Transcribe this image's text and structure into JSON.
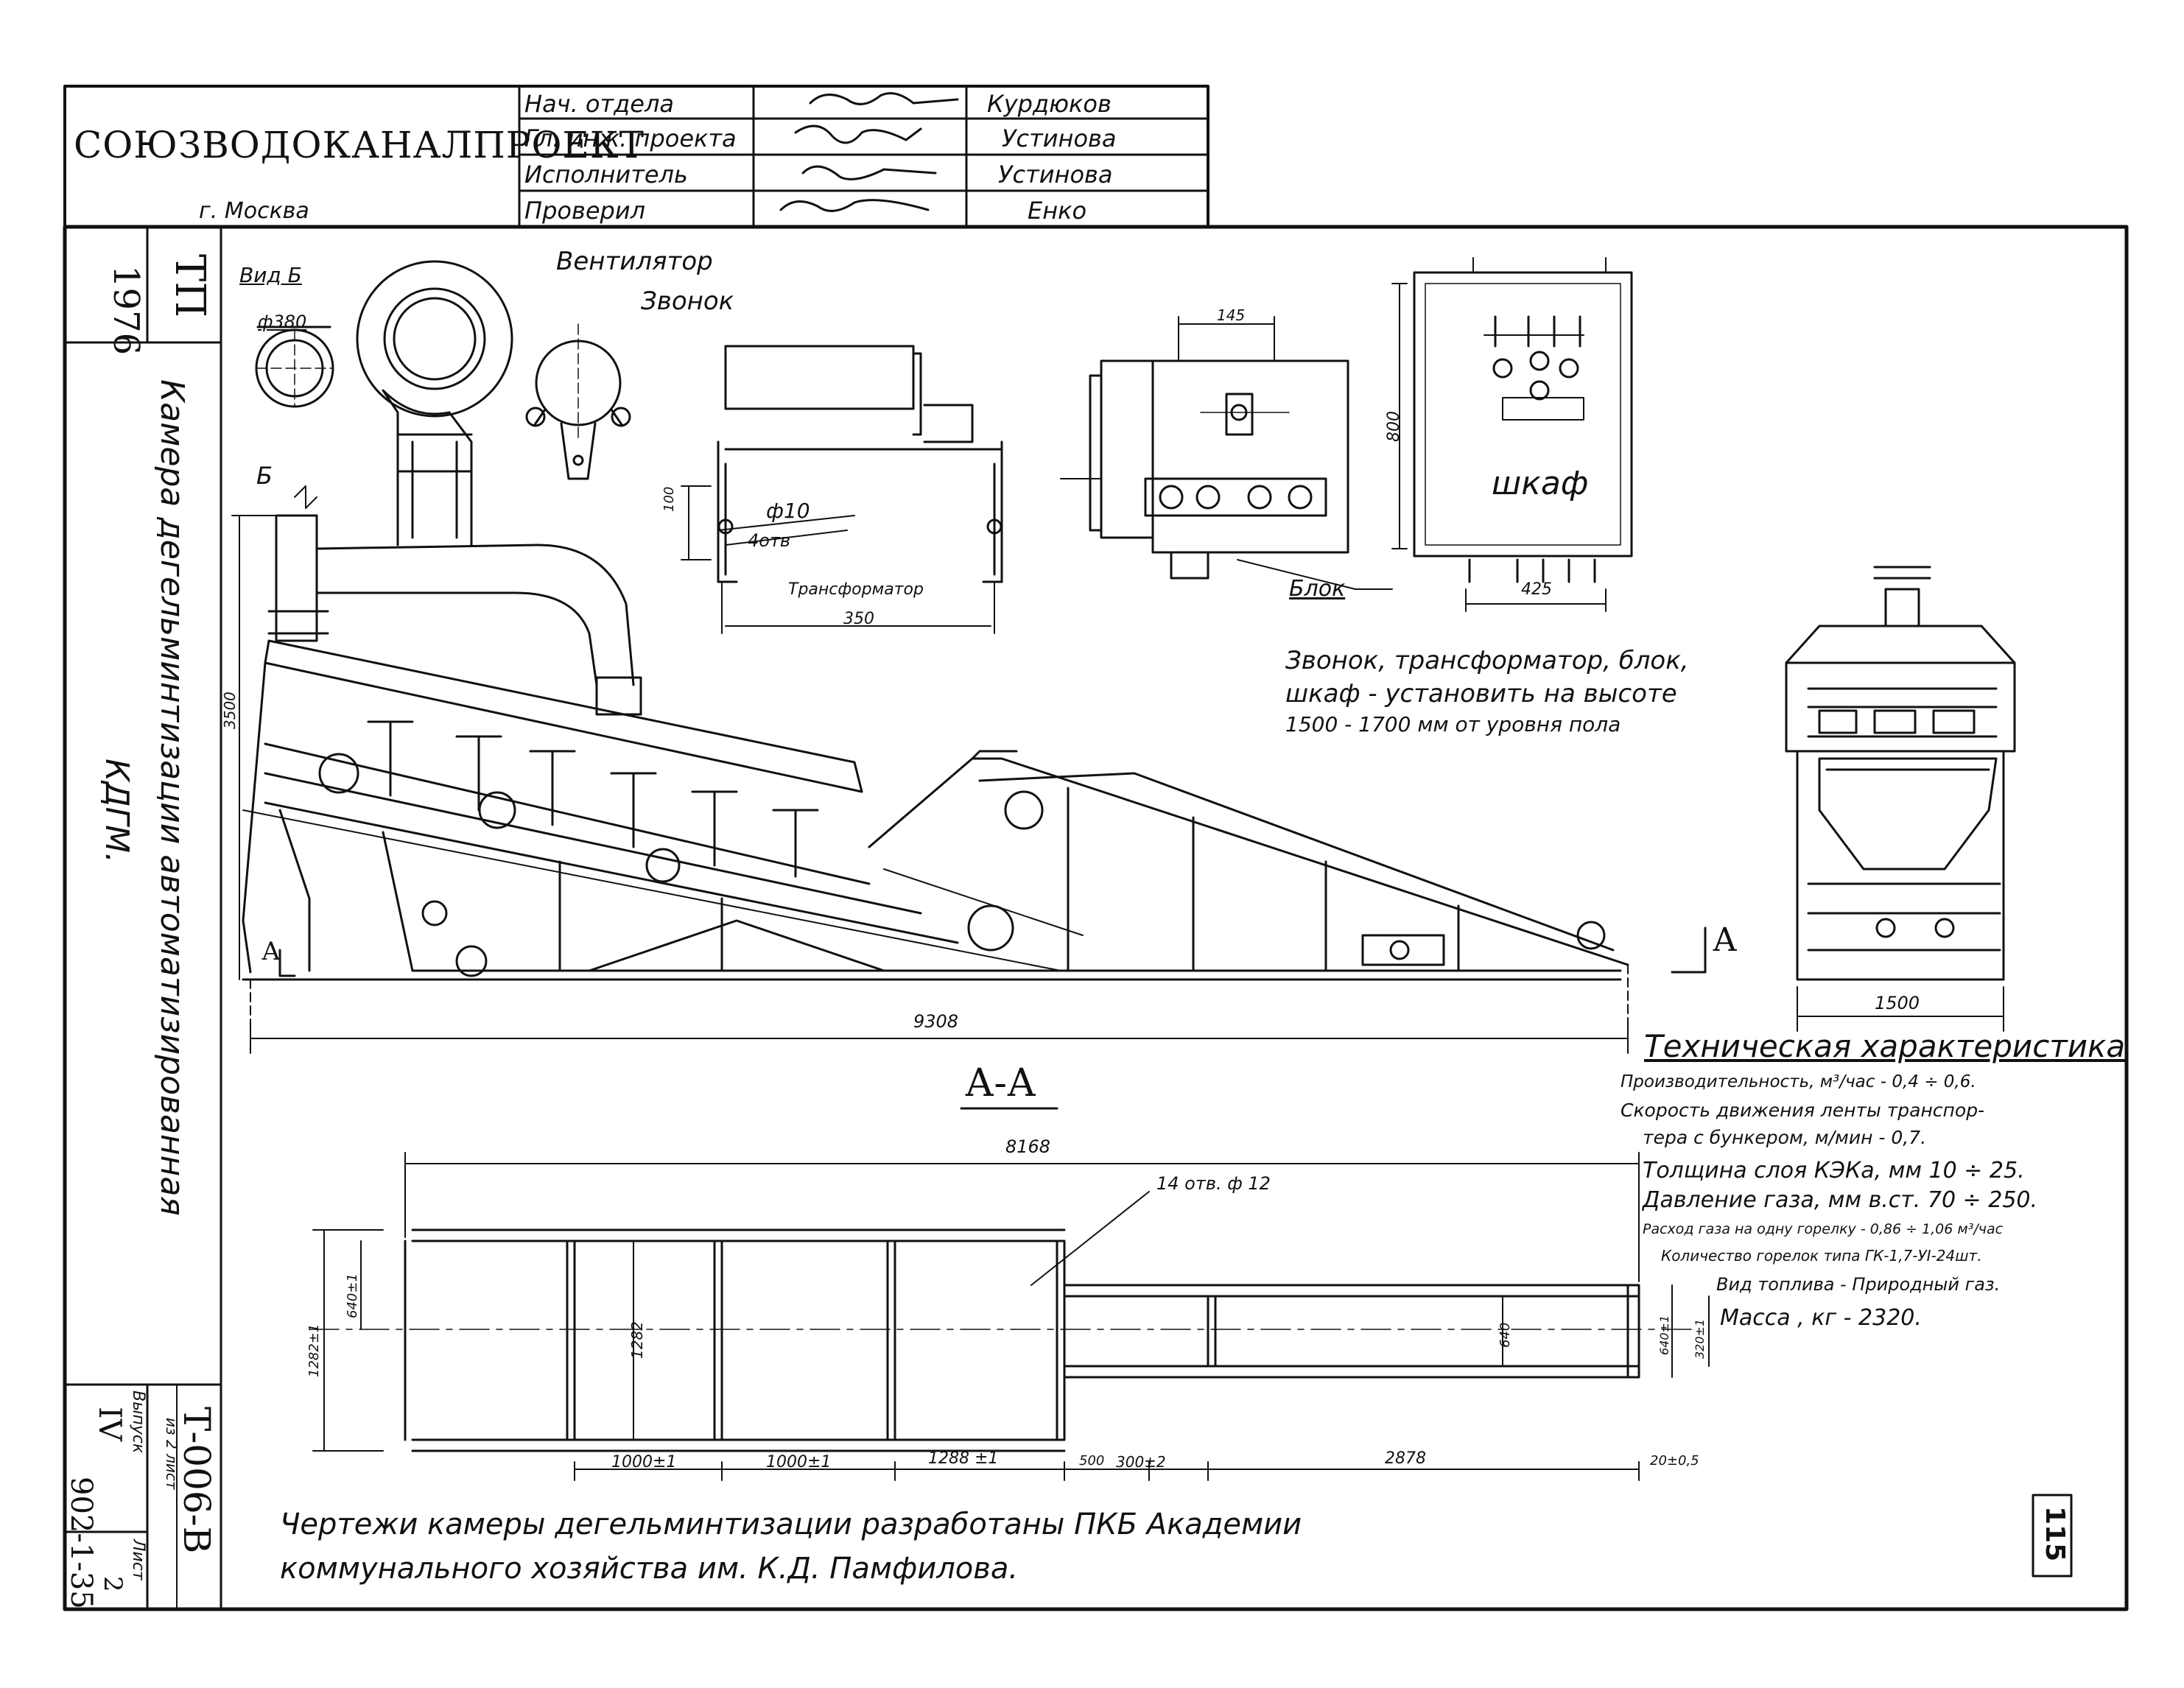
{
  "title_block": {
    "organization": "СОЮЗВОДОКАНАЛПРОЕКТ",
    "city": "г. Москва",
    "roles": [
      "Нач. отдела",
      "Гл. инж. проекта",
      "Исполнитель",
      "Проверил"
    ],
    "names": [
      "Курдюков",
      "Устинова",
      "Устинова",
      "Енко"
    ]
  },
  "side_stamp": {
    "year": "1976",
    "series": "ТП",
    "title_line1": "Камера дегельминтизации автоматизированная",
    "title_line2": "КДГМ.",
    "issue_label": "Выпуск",
    "issue_value": "IV",
    "project_number": "902-1-35",
    "sheet_label": "Лист",
    "sheet_value": "2",
    "code": "Т-006-В",
    "code_note": "из 2 лист"
  },
  "labels": {
    "view_b": "Вид Б",
    "ventilator": "Вентилятор",
    "bell": "Звонок",
    "phi380": "ф380",
    "b_mark": "Б",
    "transformer": "Трансформатор",
    "phi10": "ф10",
    "holes4": "4отв",
    "block": "Блок",
    "cabinet": "шкаф",
    "a_left": "А",
    "a_right": "А",
    "section": "А-А",
    "holes_note": "14 отв. ф 12 ",
    "page_number": "115"
  },
  "install_note": {
    "line1": "Звонок, трансформатор, блок,",
    "line2": "шкаф - установить на высоте",
    "line3": "1500 - 1700 мм от уровня пола"
  },
  "dimensions": {
    "d145": "145",
    "d100": "100",
    "d350": "350",
    "d800": "800",
    "d425": "425",
    "d3500": "3500",
    "d9308": "9308",
    "d1500": "1500",
    "d8168": "8168",
    "d1282": "1282",
    "d640": "640",
    "d1000a": "1000±1",
    "d1000b": "1000±1",
    "d1288": "1288 ±1",
    "d500": "500",
    "d300": "300±2",
    "d2878": "2878",
    "d_end": "20±0,5",
    "d_left1": "1282±1",
    "d_left2": "640±1",
    "d_right1": "640±1",
    "d_right2": "320±1"
  },
  "tech_specs": {
    "heading": "Техническая характеристика",
    "lines": [
      "Производительность, м³/час - 0,4 ÷ 0,6.",
      "Скорость движения ленты транспор-",
      "тера с бункером, м/мин - 0,7.",
      "Толщина слоя КЭКа, мм 10 ÷ 25.",
      "Давление газа, мм в.ст. 70 ÷ 250.",
      "Расход газа на одну горелку - 0,86 ÷ 1,06 м³/час",
      "Количество горелок типа ГК-1,7-УI-24шт.",
      "Вид топлива - Природный газ.",
      "Масса , кг - 2320."
    ]
  },
  "footer_note": {
    "line1": "Чертежи камеры дегельминтизации разработаны ПКБ Академии",
    "line2": "коммунального хозяйства им. К.Д. Памфилова."
  },
  "signatures": [
    "signature-1",
    "signature-2",
    "signature-3",
    "signature-4"
  ]
}
